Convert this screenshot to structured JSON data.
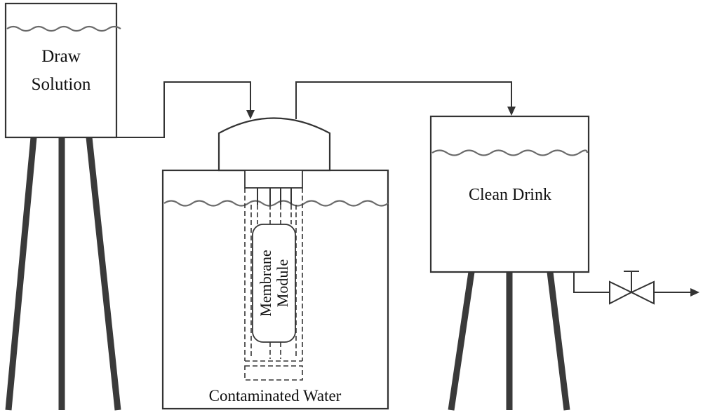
{
  "diagram": {
    "labels": {
      "draw_solution_line1": "Draw",
      "draw_solution_line2": "Solution",
      "membrane_line1": "Membrane",
      "membrane_line2": "Module",
      "contaminated_water": "Contaminated Water",
      "clean_drink": "Clean Drink"
    },
    "components": [
      "draw-solution-tank",
      "membrane-module",
      "contaminated-water-tank",
      "clean-drink-tank",
      "outlet-valve"
    ],
    "colors": {
      "stroke": "#333333",
      "wave": "#6a6a6a",
      "legs": "#3a3a3a",
      "background": "#ffffff"
    }
  }
}
